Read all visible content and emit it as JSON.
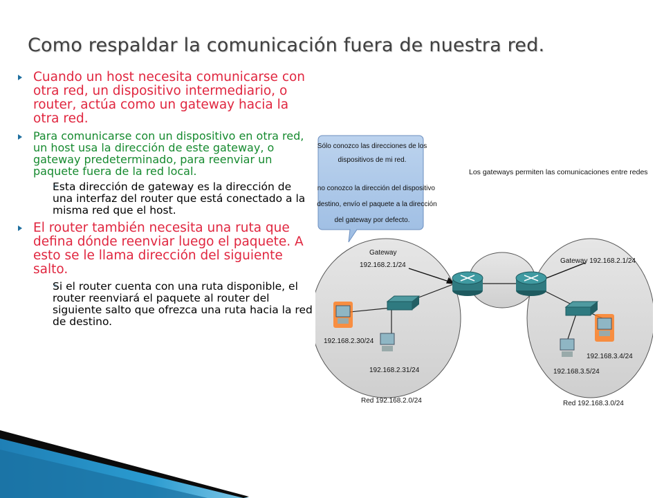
{
  "title": "Como respaldar la comunicación fuera de nuestra red.",
  "bullets": [
    {
      "text": "Cuando un host necesita comunicarse con otra red, un dispositivo intermediario, o router, actúa como un gateway hacia la otra red.",
      "color": "#e0263f"
    },
    {
      "text": " Para comunicarse con un dispositivo en otra red, un host usa la dirección de este gateway, o gateway predeterminado, para reenviar un paquete fuera de la red local.",
      "color": "#168a2f",
      "sub": "Esta dirección de gateway es la dirección de una interfaz del router que está conectado a la misma red que el host."
    },
    {
      "text": "El router también necesita una ruta que defina dónde reenviar luego el paquete. A esto se le llama dirección del siguiente salto.",
      "color": "#e0263f",
      "sub": "Si el router cuenta con una ruta disponible, el router reenviará el paquete al router del siguiente salto que ofrezca una ruta hacia la red de destino."
    }
  ],
  "diagram": {
    "bubble": {
      "line1": "Sólo conozco las direcciones de los",
      "line2": "dispositivos de mi red.",
      "line3": "Si no conozco la dirección del dispositivo",
      "line4": "de destino, envío el paquete a la dirección",
      "line5": "del gateway por defecto."
    },
    "caption": "Los gateways permiten las comunicaciones entre redes",
    "left_gateway_label": "Gateway",
    "left_gateway_ip": "192.168.2.1/24",
    "right_gateway_label": "Gateway 192.168.2.1/24",
    "host_left_1": "192.168.2.30/24",
    "host_left_2": "192.168.2.31/24",
    "host_right_1": "192.168.3.4/24",
    "host_right_2": "192.168.3.5/24",
    "net_left": "Red 192.168.2.0/24",
    "net_right": "Red 192.168.3.0/24",
    "colors": {
      "bubble": "#a9c4e4",
      "network_circle": "#d9d9d9",
      "router": "#2f7a80",
      "host_highlight": "#ff7a1a"
    }
  }
}
